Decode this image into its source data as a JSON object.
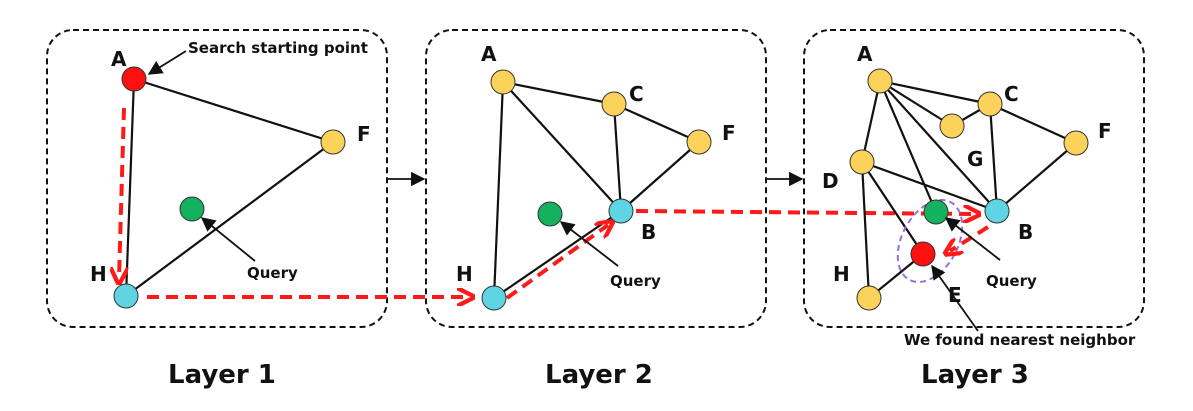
{
  "colors": {
    "node_default": "#fcd35a",
    "node_start": "#ff1010",
    "node_query": "#14b25e",
    "node_cyan": "#5fd5e4",
    "search_path": "#ff1a1a",
    "highlight": "#9b6ddb"
  },
  "layers": [
    {
      "title": "Layer 1",
      "nodes": [
        {
          "label": "A",
          "kind": "start"
        },
        {
          "label": "F",
          "kind": "default"
        },
        {
          "label": "H",
          "kind": "cyan"
        },
        {
          "label": "",
          "kind": "query"
        }
      ],
      "annotations": [
        "Search starting point",
        "Query"
      ]
    },
    {
      "title": "Layer 2",
      "nodes": [
        {
          "label": "A",
          "kind": "default"
        },
        {
          "label": "C",
          "kind": "default"
        },
        {
          "label": "F",
          "kind": "default"
        },
        {
          "label": "B",
          "kind": "cyan"
        },
        {
          "label": "H",
          "kind": "cyan"
        },
        {
          "label": "",
          "kind": "query"
        }
      ],
      "annotations": [
        "Query"
      ]
    },
    {
      "title": "Layer 3",
      "nodes": [
        {
          "label": "A",
          "kind": "default"
        },
        {
          "label": "C",
          "kind": "default"
        },
        {
          "label": "F",
          "kind": "default"
        },
        {
          "label": "G",
          "kind": "default"
        },
        {
          "label": "D",
          "kind": "default"
        },
        {
          "label": "B",
          "kind": "cyan"
        },
        {
          "label": "H",
          "kind": "default"
        },
        {
          "label": "E",
          "kind": "start"
        },
        {
          "label": "",
          "kind": "query"
        }
      ],
      "annotations": [
        "Query",
        "We found nearest neighbor"
      ]
    }
  ]
}
